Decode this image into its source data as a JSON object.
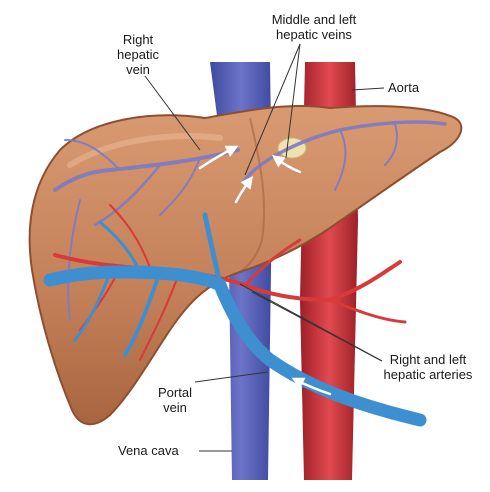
{
  "labels": {
    "right_hepatic_vein": [
      "Right",
      "hepatic",
      "vein"
    ],
    "middle_left_hepatic_veins": [
      "Middle and left",
      "hepatic veins"
    ],
    "aorta": "Aorta",
    "right_left_hepatic_arteries": [
      "Right and left",
      "hepatic arteries"
    ],
    "portal_vein": [
      "Portal",
      "vein"
    ],
    "vena_cava": "Vena cava"
  },
  "colors": {
    "liver": "#c98760",
    "liver_dark": "#9c5a3a",
    "vena_cava": "#5a64b8",
    "aorta": "#c8323a",
    "portal_vein": "#3e8fd0",
    "hepatic_artery": "#d83a3a",
    "hepatic_vein_branch": "#7d7bc4",
    "gallbladder": "#efe2b0",
    "leader_line": "#333333"
  }
}
